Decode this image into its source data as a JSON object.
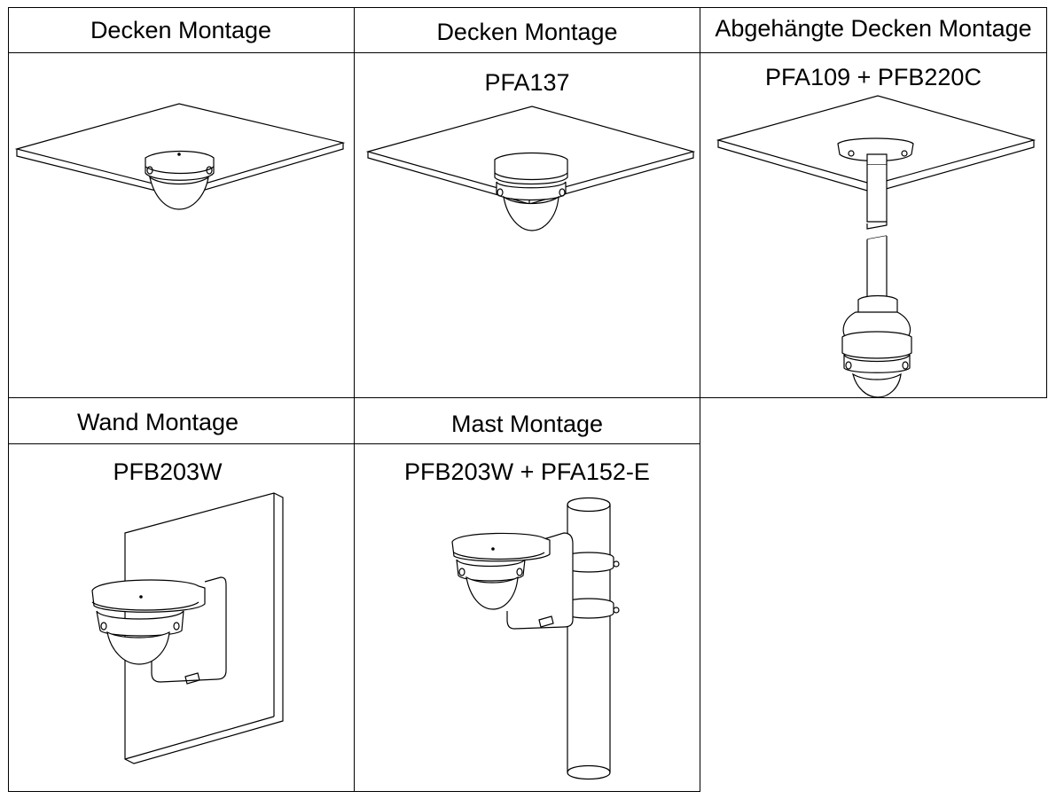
{
  "table": {
    "row1": [
      {
        "header": "Decken Montage",
        "model": ""
      },
      {
        "header": "Decken Montage",
        "model": "PFA137"
      },
      {
        "header": "Abgehängte Decken Montage",
        "model": "PFA109 + PFB220C"
      }
    ],
    "row2": [
      {
        "header": "Wand Montage",
        "model": "PFB203W"
      },
      {
        "header": "Mast Montage",
        "model": "PFB203W + PFA152-E"
      }
    ]
  },
  "illustrations": [
    "ceiling-mount-dome-camera-icon",
    "ceiling-mount-pfa137-dome-camera-icon",
    "pendant-ceiling-mount-dome-camera-icon",
    "wall-mount-dome-camera-icon",
    "pole-mount-dome-camera-icon"
  ],
  "colors": {
    "line": "#000000",
    "background": "#ffffff"
  }
}
